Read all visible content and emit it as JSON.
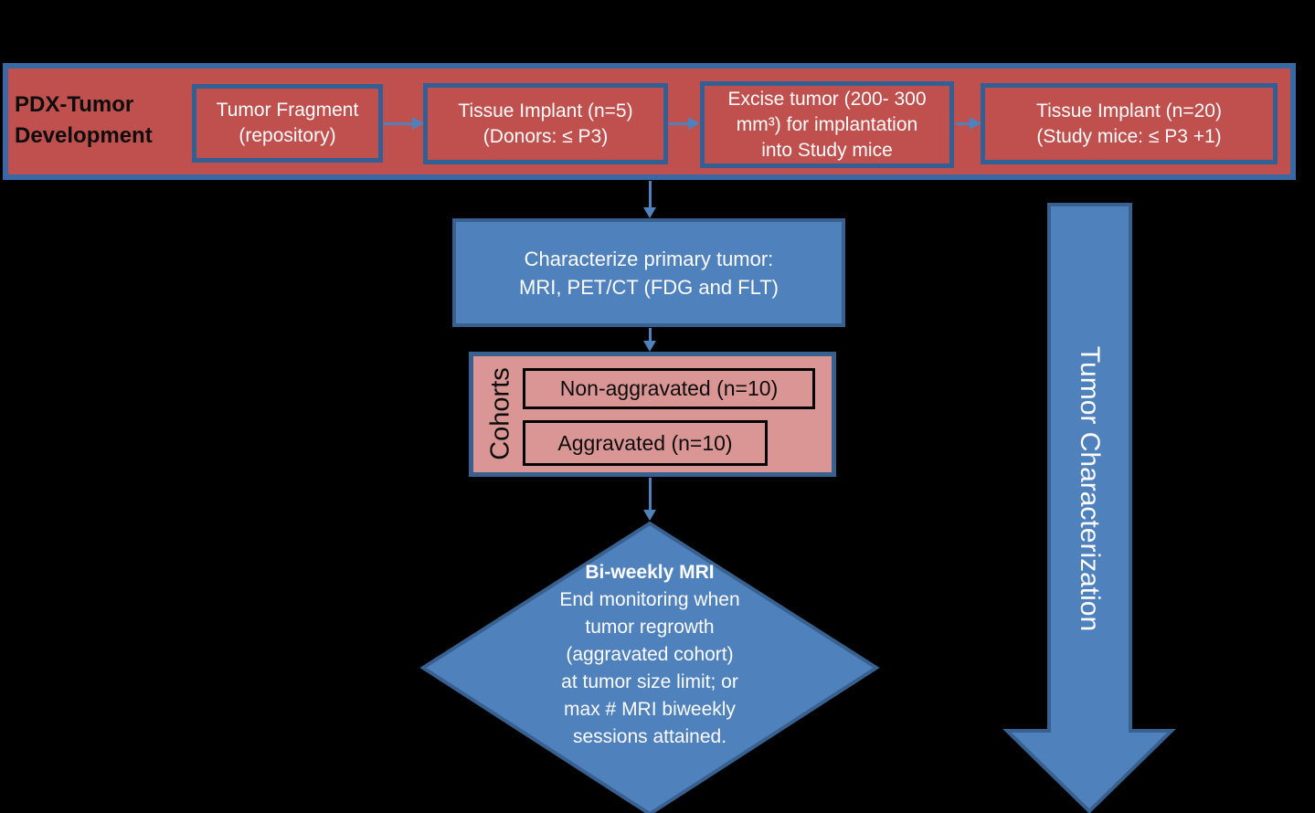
{
  "colors": {
    "background": "#000000",
    "banner_fill": "#c0504d",
    "banner_border": "#3a68a4",
    "blue_fill": "#4f81bd",
    "blue_border": "#38618f",
    "pink_fill": "#d99694",
    "inner_box_border": "#000000",
    "text_light": "#fdfdfd",
    "text_dark": "#0d0d0d"
  },
  "banner": {
    "title": "PDX-Tumor Development",
    "boxes": [
      {
        "text": "Tumor Fragment\n(repository)"
      },
      {
        "text": "Tissue Implant (n=5)\n(Donors: ≤ P3)"
      },
      {
        "text": "Excise tumor (200- 300\nmm³) for implantation\ninto Study mice"
      },
      {
        "text": "Tissue Implant (n=20)\n(Study mice: ≤ P3 +1)"
      }
    ]
  },
  "characterize_box": {
    "text": "Characterize primary tumor:\nMRI, PET/CT (FDG and FLT)"
  },
  "cohorts": {
    "label": "Cohorts",
    "items": [
      "Non-aggravated (n=10)",
      "Aggravated (n=10)"
    ]
  },
  "decision": {
    "title": "Bi-weekly MRI",
    "body": "End monitoring when\ntumor regrowth\n(aggravated cohort)\nat tumor size limit; or\nmax # MRI biweekly\nsessions attained."
  },
  "side_arrow": {
    "label": "Tumor Characterization"
  }
}
